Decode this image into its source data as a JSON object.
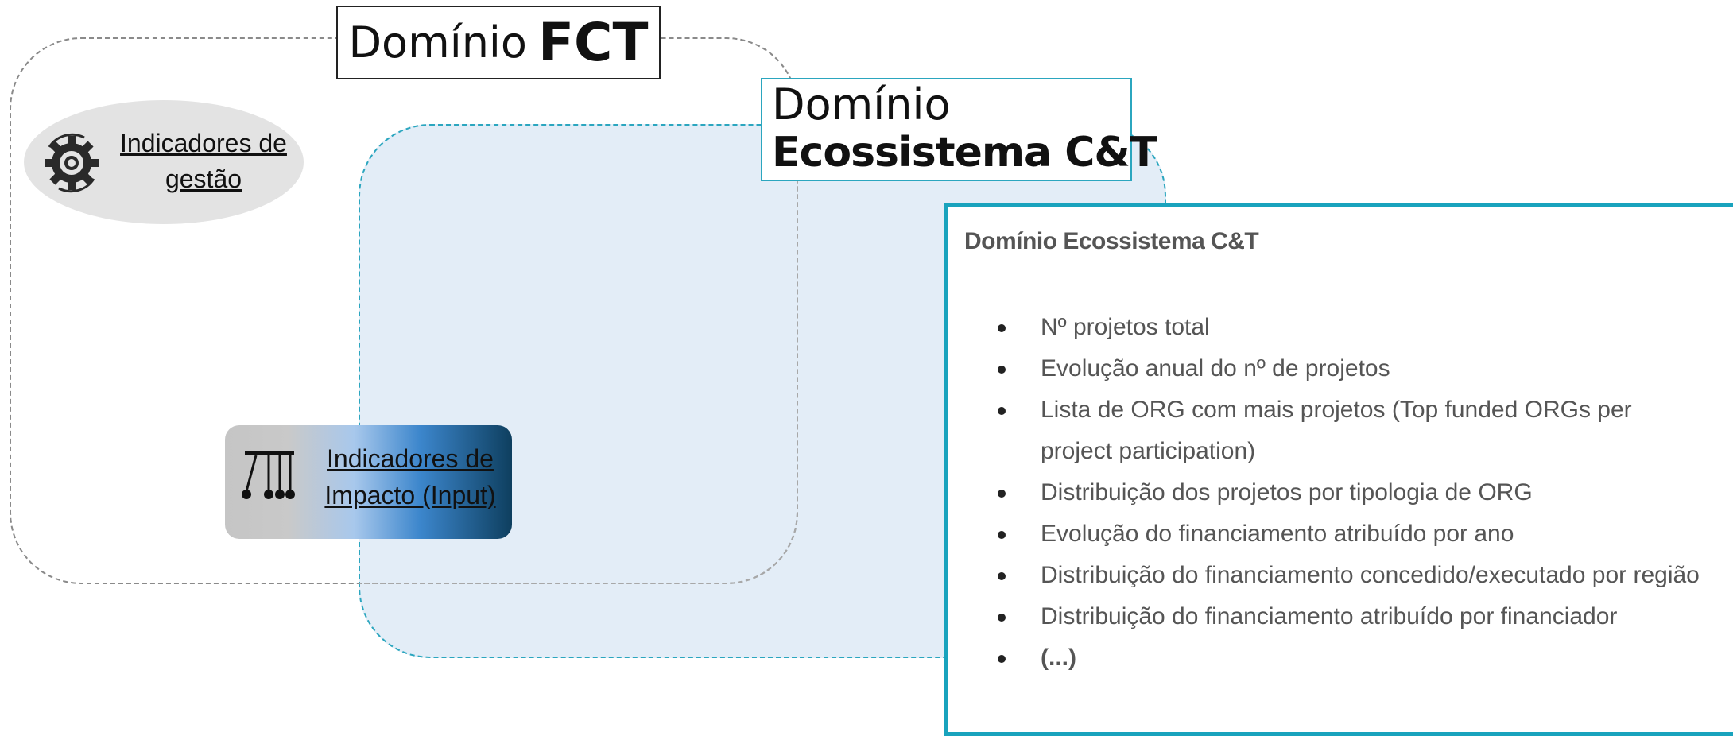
{
  "fct_domain": {
    "word": "Domínio",
    "name": "FCT"
  },
  "eco_domain": {
    "word": "Domínio",
    "name": "Ecossistema C&T"
  },
  "nodes": {
    "gestao": {
      "label": "Indicadores de gestão",
      "icon": "gears-icon",
      "color": "#e3e3e3"
    },
    "impacto": {
      "label": "Indicadores de Impacto (Input)",
      "icon": "newtons-cradle-icon"
    }
  },
  "panel": {
    "title": "Domínio Ecossistema C&T",
    "items": [
      "Nº projetos total",
      "Evolução anual do nº de projetos",
      "Lista de ORG com mais projetos (Top funded ORGs per project participation)",
      "Distribuição dos projetos por tipologia de ORG",
      "Evolução do financiamento atribuído por ano",
      "Distribuição do financiamento concedido/executado por região",
      "Distribuição do financiamento atribuído por financiador",
      "(...)"
    ],
    "border_color": "#19a3bd"
  },
  "colors": {
    "fct_border": "#8a8a8a",
    "eco_border": "#2ba6bf",
    "eco_fill": "#e3edf7"
  }
}
